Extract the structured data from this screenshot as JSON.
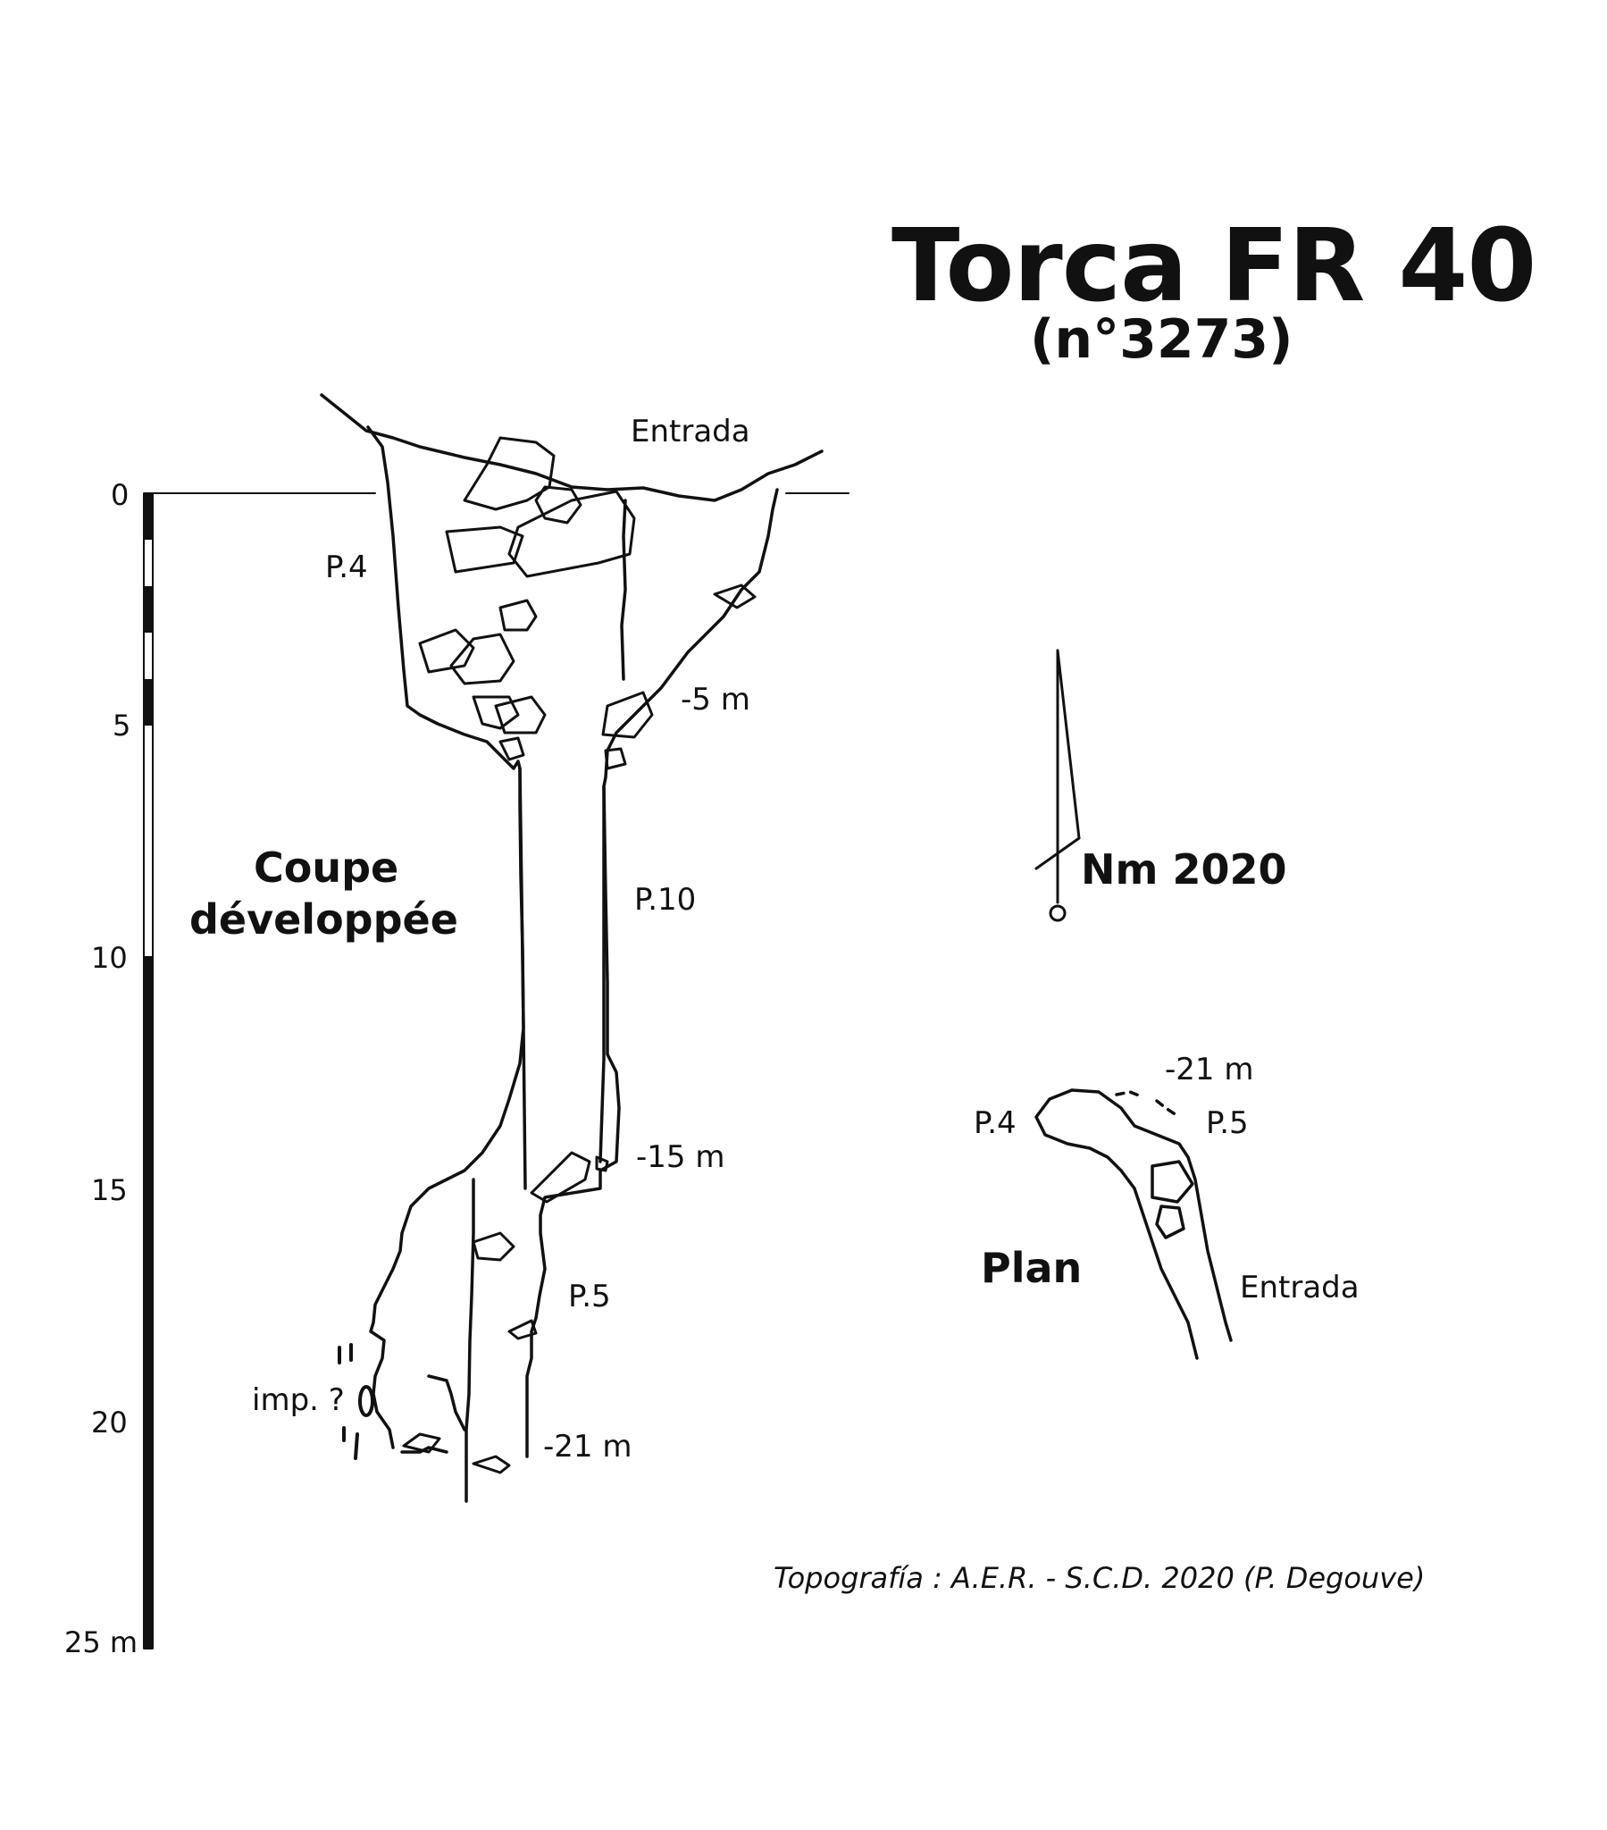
{
  "title": "Torca FR 40",
  "subtitle": "(n°3273)",
  "section": {
    "label_line1": "Coupe",
    "label_line2": "développée",
    "entrance": "Entrada",
    "pitches": [
      "P.4",
      "P.10",
      "P.5"
    ],
    "depths": [
      "-5 m",
      "-15 m",
      "-21 m"
    ],
    "impasse": "imp. ?"
  },
  "scale": {
    "ticks": [
      "0",
      "5",
      "10",
      "15",
      "20",
      "25 m"
    ]
  },
  "north": {
    "label": "Nm 2020"
  },
  "plan": {
    "label": "Plan",
    "depth": "-21 m",
    "pitch_left": "P.4",
    "pitch_right": "P.5",
    "entrance": "Entrada"
  },
  "credit": "Topografía : A.E.R. - S.C.D. 2020 (P. Degouve)"
}
